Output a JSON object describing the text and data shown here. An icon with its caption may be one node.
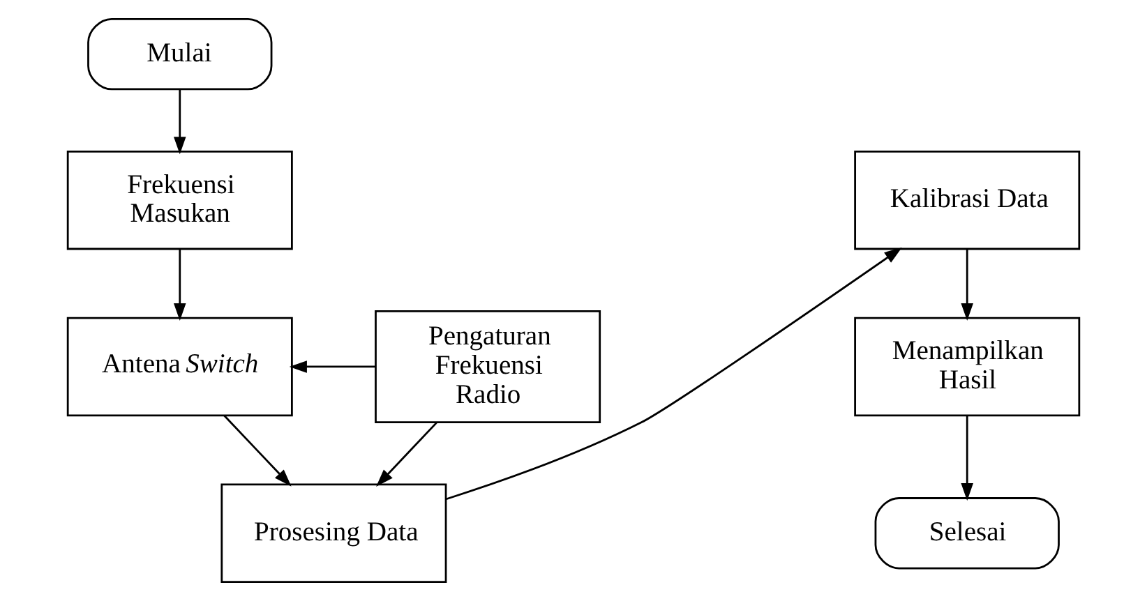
{
  "diagram": {
    "nodes": [
      {
        "text": [
          "Mulai"
        ]
      },
      {
        "text": [
          "Frekuensi Masukan"
        ]
      },
      {
        "text": [
          "Antena *Switch*"
        ]
      },
      {
        "text": [
          "Pengaturan Frekuensi Radio"
        ]
      },
      {
        "text": [
          "Prosesing Data"
        ]
      },
      {
        "text": [
          "Kalibrasi Data"
        ]
      },
      {
        "text": [
          "Menampilkan Hasil"
        ]
      },
      {
        "text": [
          "Selesai"
        ]
      }
    ],
    "edges": [
      {
        "from": 0,
        "to": 1,
        "arrow": "to"
      },
      {
        "from": 1,
        "to": 2,
        "arrow": "to"
      },
      {
        "from": 3,
        "to": 2,
        "arrow": "to"
      },
      {
        "from": 3,
        "to": 4,
        "arrow": "to"
      },
      {
        "from": 2,
        "to": 4,
        "arrow": "to"
      },
      {
        "from": 4,
        "to": 5,
        "arrow": "to"
      },
      {
        "from": 5,
        "to": 6,
        "arrow": "to"
      },
      {
        "from": 6,
        "to": 7,
        "arrow": "to"
      }
    ]
  }
}
